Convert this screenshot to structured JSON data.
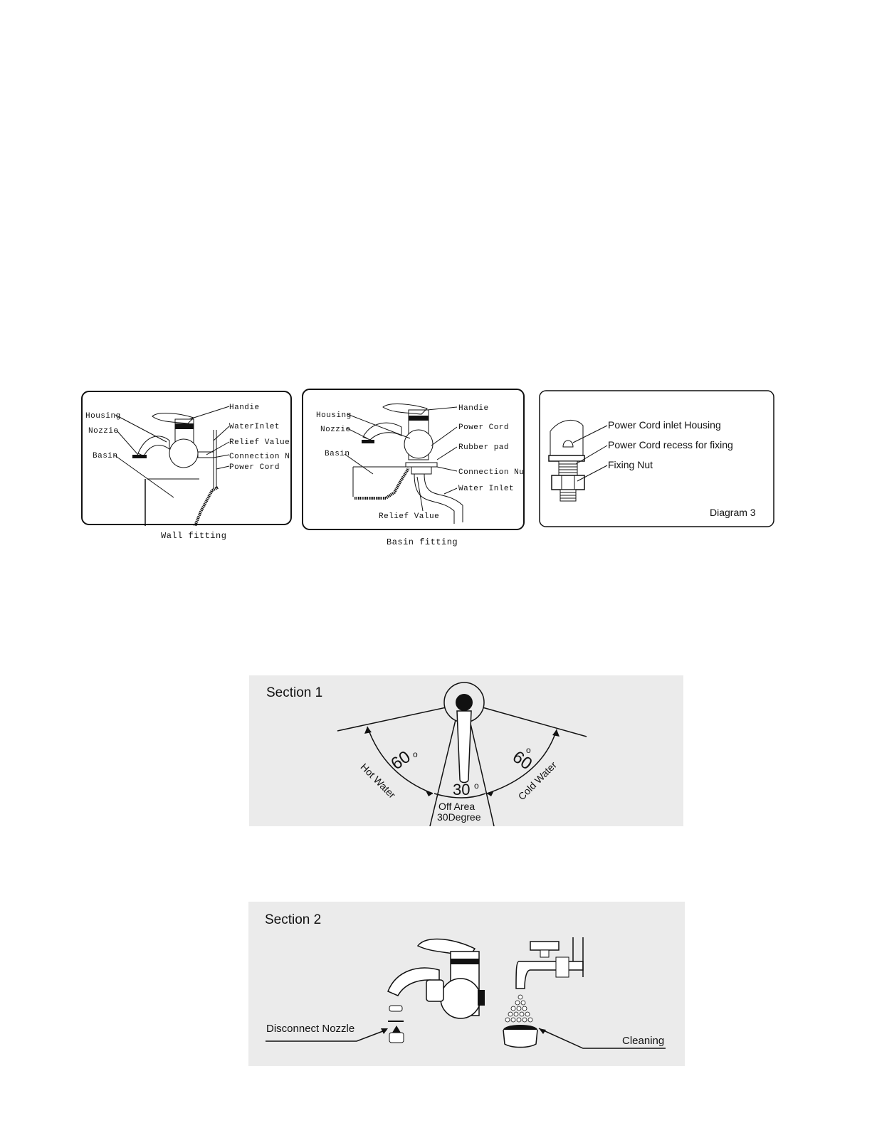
{
  "wall_fitting": {
    "caption": "Wall fitting",
    "labels": {
      "housing": "Housing",
      "nozzle": "Nozzie",
      "basin": "Basin",
      "handle": "Handie",
      "water_inlet": "WaterInlet",
      "relief_valve": "Relief Value",
      "connection_nut": "Connection Nut",
      "power_cord": "Power Cord"
    }
  },
  "basin_fitting": {
    "caption": "Basin fitting",
    "labels": {
      "housing": "Housing",
      "nozzle": "Nozzie",
      "basin": "Basin",
      "handle": "Handie",
      "power_cord": "Power Cord",
      "rubber_pad": "Rubber pad",
      "connection_nut": "Connection Nut",
      "water_inlet": "Water Inlet",
      "relief_valve": "Relief Value"
    }
  },
  "diagram3": {
    "title": "Diagram 3",
    "labels": {
      "inlet_housing": "Power Cord inlet Housing",
      "recess": "Power Cord recess for fixing",
      "fixing_nut": "Fixing Nut"
    }
  },
  "section1": {
    "title": "Section 1",
    "hot_water": "Hot Water",
    "cold_water": "Cold Water",
    "hot_angle": "60",
    "cold_angle": "60",
    "off_angle": "30",
    "degree_mark": "o",
    "off_area_line1": "Off Area",
    "off_area_line2": "30Degree"
  },
  "section2": {
    "title": "Section 2",
    "disconnect_nozzle": "Disconnect Nozzle",
    "cleaning": "Cleaning"
  }
}
